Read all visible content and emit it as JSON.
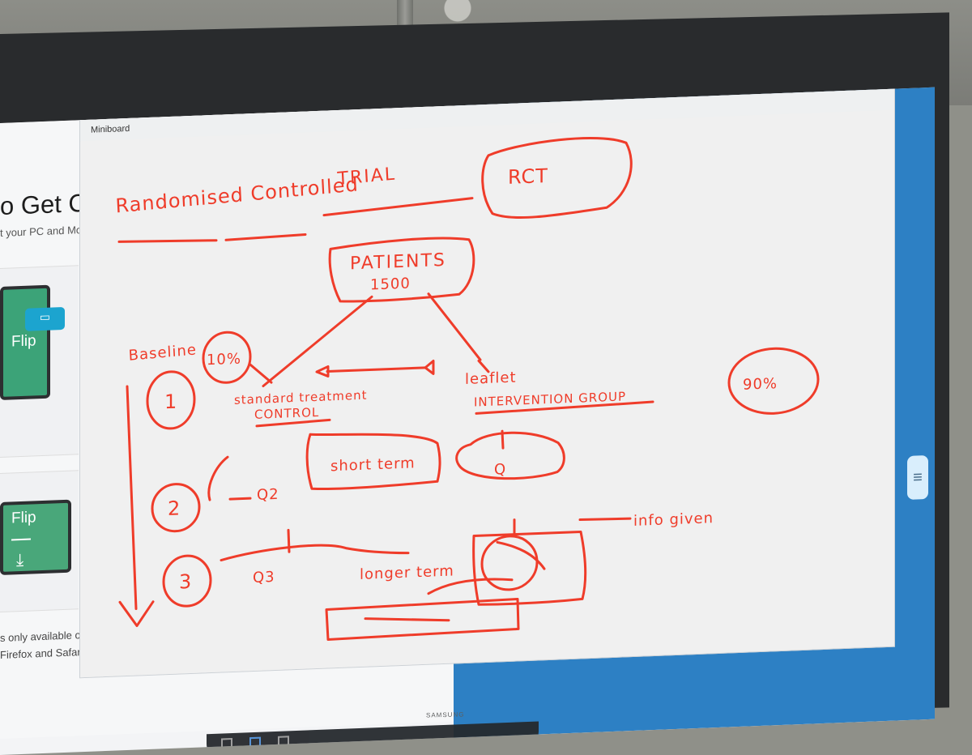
{
  "desktop": {
    "left_heading": "o Get Co",
    "left_subtext": "t your PC and Mobil",
    "flip_label_1": "Flip",
    "flip_label_2": "Flip",
    "note_line_1": "s only available on",
    "note_line_2": "Firefox and Safari."
  },
  "window": {
    "title": "Miniboard",
    "controls": {
      "camera_icon": "camera-icon",
      "menu_icon": "menu-icon",
      "close_icon": "close-icon"
    }
  },
  "whiteboard": {
    "title_left": "Randomised Controlled",
    "title_middle": "TRIAL",
    "title_right": "RCT",
    "patients_label": "PATIENTS",
    "patients_count": "1500",
    "baseline_label": "Baseline",
    "control_percent": "10%",
    "control_group_line_1": "standard treatment",
    "control_group_line_2": "CONTROL",
    "intervention_group_line_1": "leaflet",
    "intervention_group_line_2": "INTERVENTION GROUP",
    "intervention_percent": "90%",
    "step_1": "1",
    "step_2": "2",
    "step_3": "3",
    "short_term": "short term",
    "q2_left": "Q2",
    "q2_right": "Q",
    "info_given": "info given",
    "q3_left": "Q3",
    "longer_term": "longer term"
  },
  "screen": {
    "brand": "SAMSUNG"
  },
  "colors": {
    "ink": "#ef3c2a",
    "desktop_blue": "#2d80c4",
    "window_bg": "#ececec"
  }
}
